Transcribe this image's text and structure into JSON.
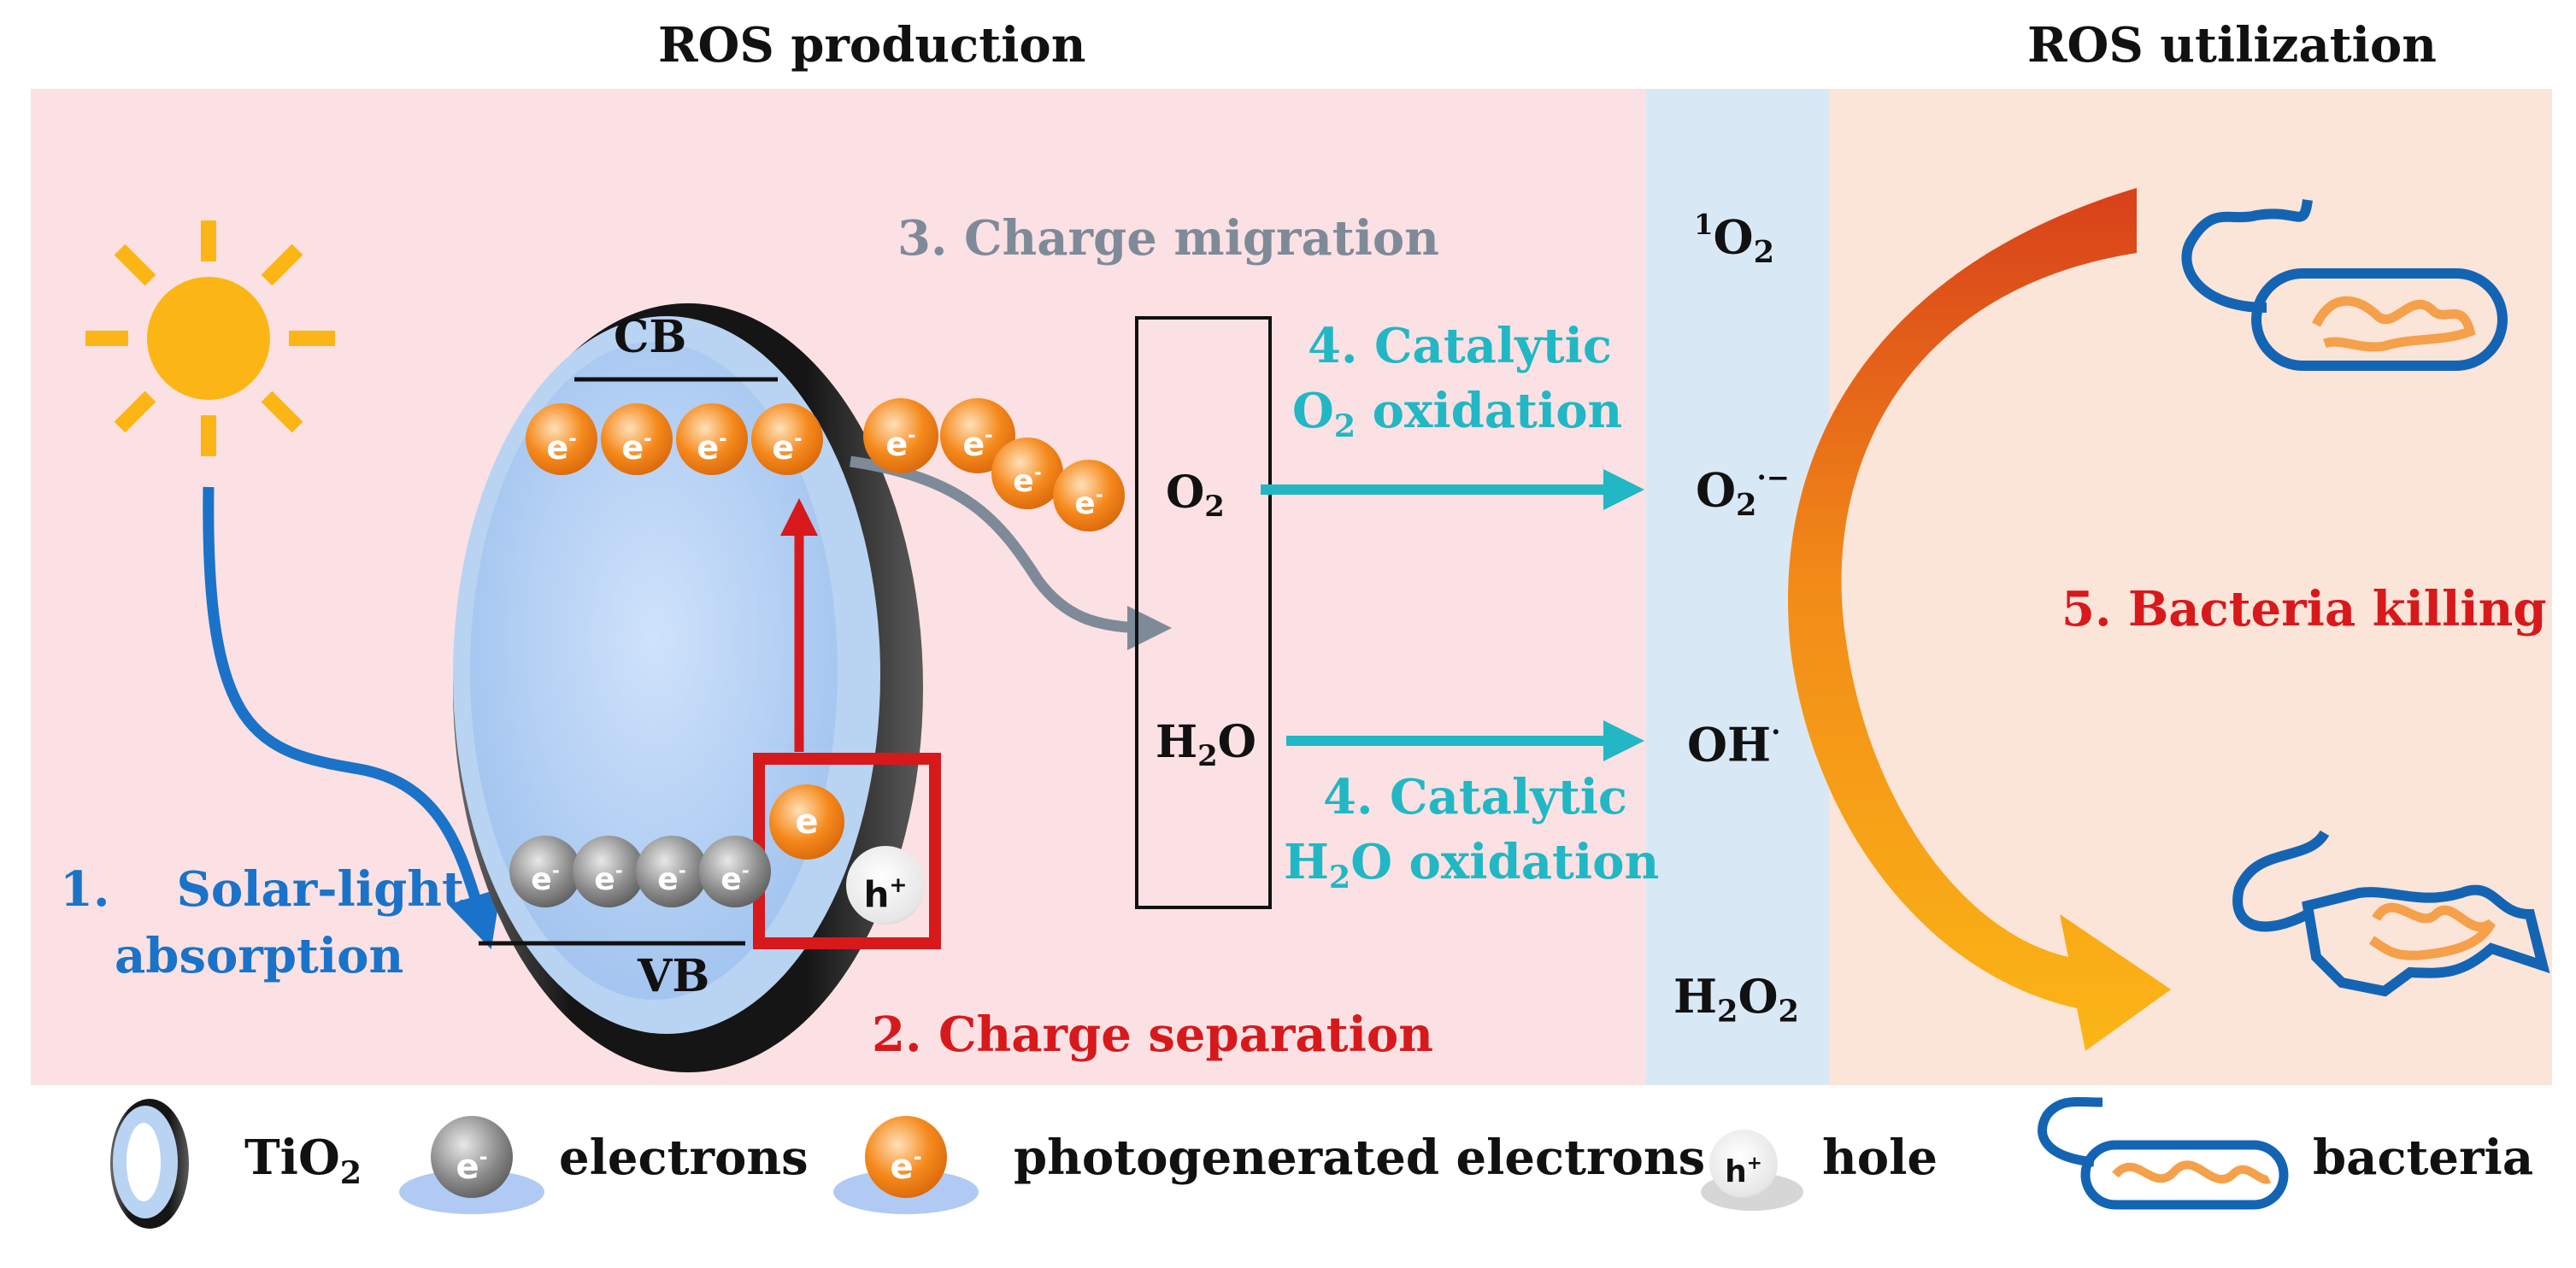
{
  "titles": {
    "left": "ROS production",
    "right": "ROS utilization"
  },
  "steps": {
    "s1_line1": "1.    Solar-light",
    "s1_line2": "absorption",
    "s2": "2. Charge separation",
    "s3": "3. Charge migration",
    "s4a_line1": "4. Catalytic",
    "s4a_line2_pre": "O",
    "s4a_line2_sub": "2",
    "s4a_line2_post": " oxidation",
    "s4b_line1": "4. Catalytic",
    "s4b_line2_pre": "H",
    "s4b_line2_sub": "2",
    "s4b_line2_post": "O oxidation",
    "s5": "5. Bacteria killing"
  },
  "band_labels": {
    "cb": "CB",
    "vb": "VB"
  },
  "particles": {
    "electron": "e",
    "electron_sup": "-",
    "hole": "h",
    "hole_sup": "+"
  },
  "reactants": {
    "o2_main": "O",
    "o2_sub": "2",
    "h2o_pre": "H",
    "h2o_sub": "2",
    "h2o_post": "O"
  },
  "ros_species": {
    "singlet_sup": "1",
    "singlet_main": "O",
    "singlet_sub": "2",
    "superoxide_main": "O",
    "superoxide_sub": "2",
    "superoxide_sup": "·−",
    "hydroxyl_main": "OH",
    "hydroxyl_sup": "·",
    "peroxide_pre": "H",
    "peroxide_sub1": "2",
    "peroxide_mid": "O",
    "peroxide_sub2": "2"
  },
  "legend": {
    "tio2_main": "TiO",
    "tio2_sub": "2",
    "electrons": "electrons",
    "photogenerated": "photogenerated electrons",
    "hole": "hole",
    "bacteria": "bacteria"
  },
  "colors": {
    "panel_production": "#fbe1e3",
    "panel_ros": "#d9e8f5",
    "panel_utilization": "#fbe4d8",
    "step1": "#1a73c8",
    "step2": "#d7191c",
    "step3": "#7f8a99",
    "step4": "#22b7c4",
    "step5": "#d7191c",
    "sun": "#fbb616",
    "electron_photo": "#f07b12",
    "electron_grey": "#7a7a7a",
    "bacteria_outline": "#1464b4",
    "bacteria_dna": "#f5a04a"
  },
  "icons": [
    "sun-icon",
    "tio2-ring-icon",
    "electron-icon",
    "hole-icon",
    "bacterium-icon",
    "bacterium-damaged-icon"
  ]
}
